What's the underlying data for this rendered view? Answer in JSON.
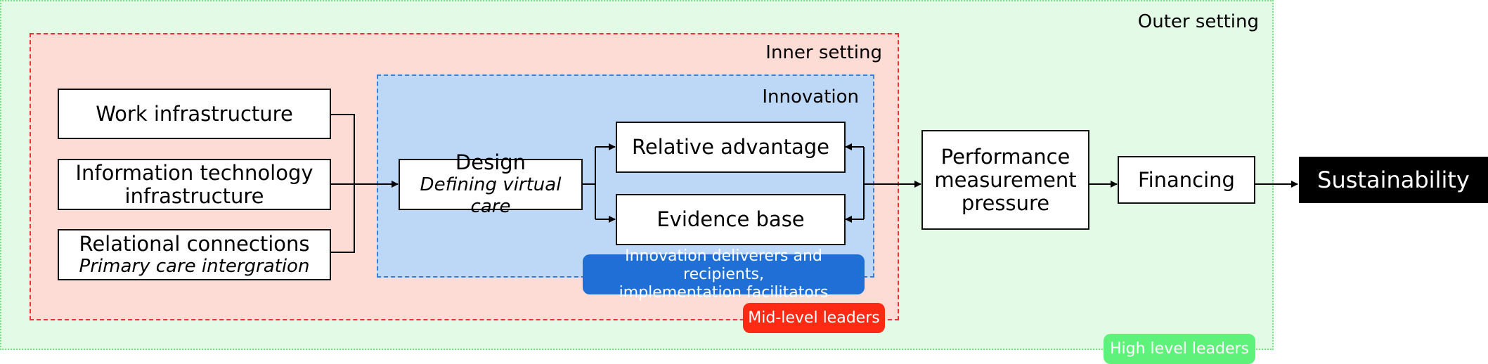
{
  "regions": {
    "outer": {
      "label": "Outer setting"
    },
    "inner": {
      "label": "Inner setting"
    },
    "innovation": {
      "label": "Innovation"
    }
  },
  "boxes": {
    "work_infrastructure": {
      "title": "Work infrastructure"
    },
    "it_infrastructure": {
      "title_line1": "Information technology",
      "title_line2": "infrastructure"
    },
    "relational_connections": {
      "title": "Relational connections",
      "subtitle": "Primary care intergration"
    },
    "design": {
      "title": "Design",
      "subtitle": "Defining virtual care"
    },
    "relative_advantage": {
      "title": "Relative advantage"
    },
    "evidence_base": {
      "title": "Evidence base"
    },
    "performance": {
      "line1": "Performance",
      "line2": "measurement",
      "line3": "pressure"
    },
    "financing": {
      "title": "Financing"
    },
    "sustainability": {
      "title": "Sustainability"
    }
  },
  "badges": {
    "innovation_deliverers": {
      "line1": "Innovation deliverers and recipients,",
      "line2": "implementation facilitators",
      "color": "#1f6fd6"
    },
    "mid_level": {
      "label": "Mid-level leaders",
      "color": "#ff2a14"
    },
    "high_level": {
      "label": "High level leaders",
      "color": "#5ef27a"
    }
  }
}
